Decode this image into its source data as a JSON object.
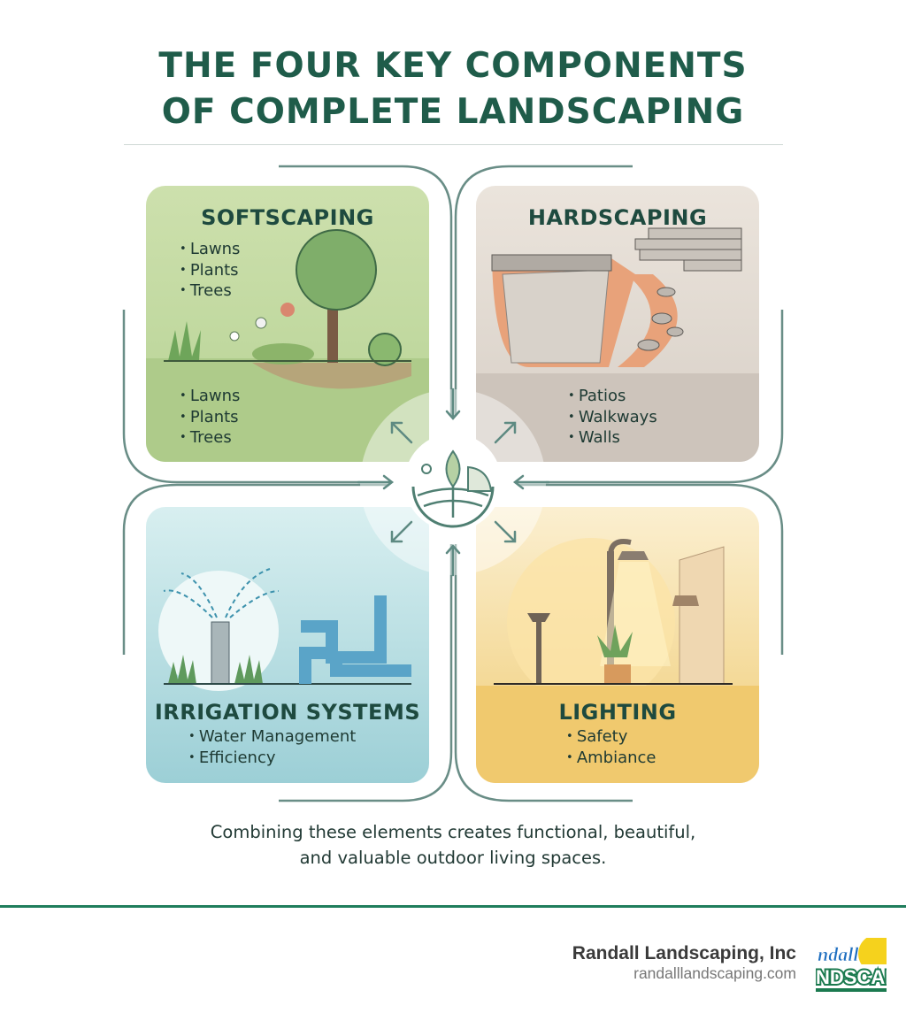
{
  "title": {
    "line1": "THE FOUR KEY COMPONENTS",
    "line2": "OF COMPLETE LANDSCAPING"
  },
  "cards": {
    "softscaping": {
      "title": "SOFTSCAPING",
      "items_top": [
        "Lawns",
        "Plants",
        "Trees"
      ],
      "items_bottom": [
        "Lawns",
        "Plants",
        "Trees"
      ],
      "color": "#c4dba3"
    },
    "hardscaping": {
      "title": "HARDSCAPING",
      "items": [
        "Patios",
        "Walkways",
        "Walls"
      ],
      "color": "#ddd5cc"
    },
    "irrigation": {
      "title": "IRRIGATION SYSTEMS",
      "items": [
        "Water Management",
        "Efficiency"
      ],
      "color": "#a8d6dc"
    },
    "lighting": {
      "title": "LIGHTING",
      "items": [
        "Safety",
        "Ambiance"
      ],
      "color": "#f2d283"
    }
  },
  "icons": {
    "hub": "leaf-landscape-icon",
    "arrows": "arrow-icon"
  },
  "caption": {
    "line1": "Combining these elements creates functional, beautiful,",
    "line2": "and valuable outdoor living spaces."
  },
  "footer": {
    "company": "Randall Landscaping, Inc",
    "url": "randalllandscaping.com",
    "logo_text": "Randall LANDSCAPING"
  },
  "colors": {
    "title": "#1f5c4a",
    "accent_rule": "#1f7d5c",
    "frame": "#4f7a72"
  }
}
